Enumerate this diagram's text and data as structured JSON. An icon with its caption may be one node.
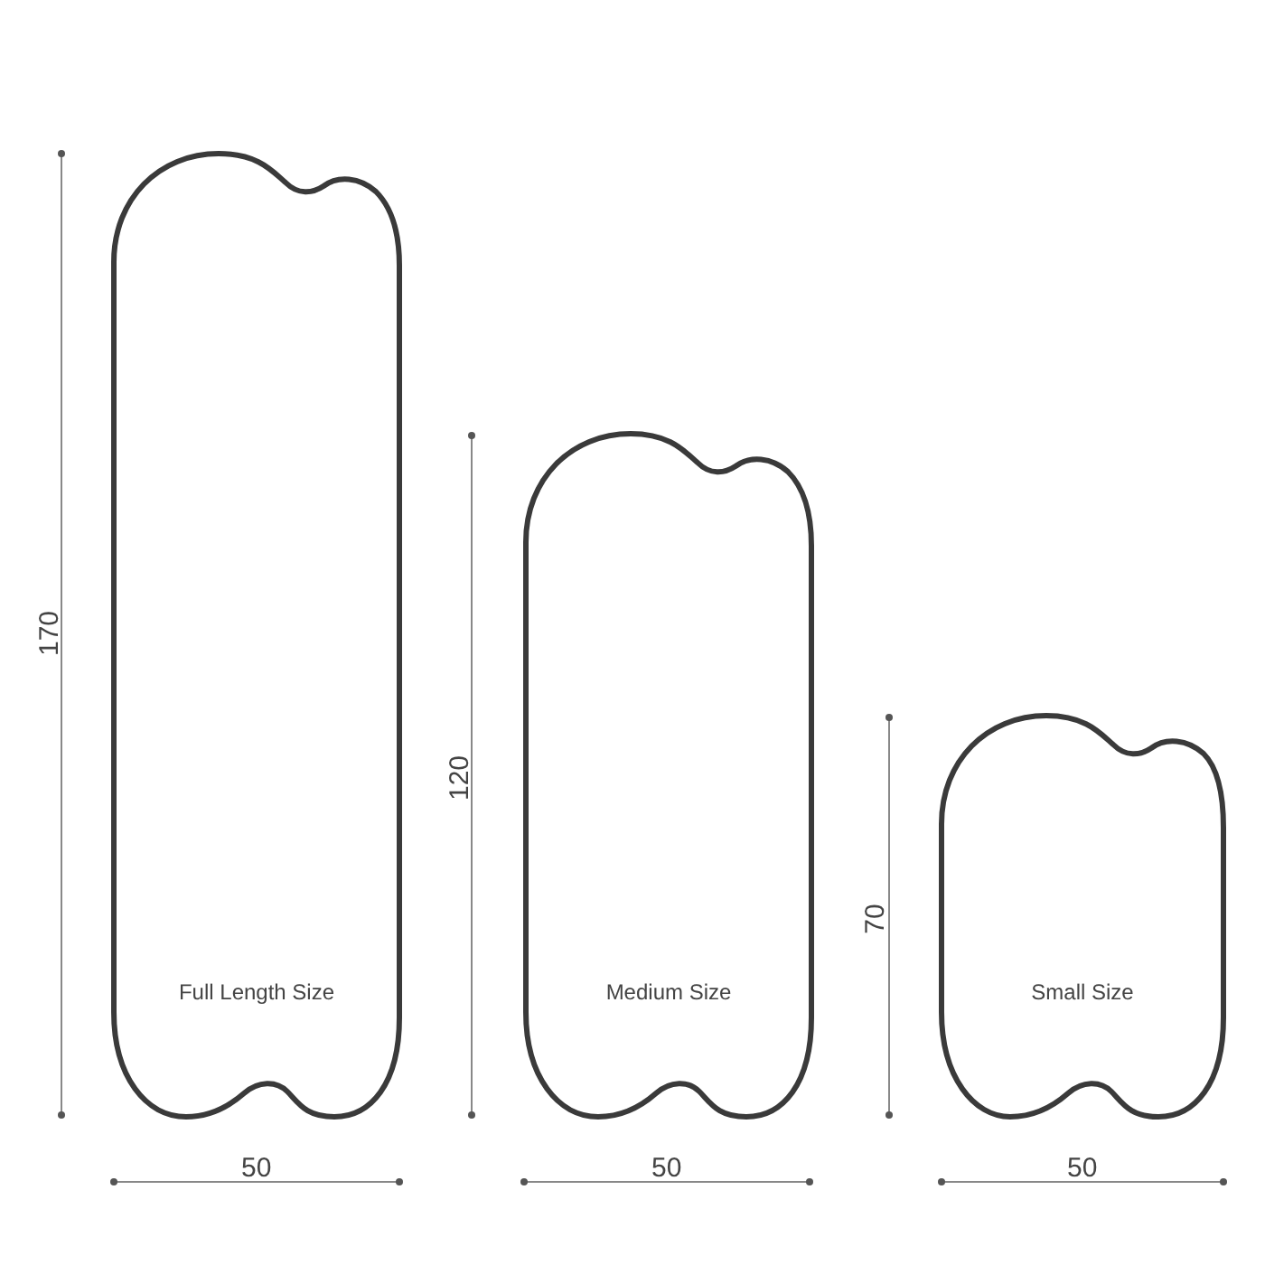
{
  "diagram": {
    "nodes": [
      {
        "text": [
          "Full Length Size"
        ]
      },
      {
        "text": [
          "Medium Size"
        ]
      },
      {
        "text": [
          "Small Size"
        ]
      }
    ],
    "labels": [
      "170",
      "120",
      "70",
      "50",
      "50",
      "50"
    ]
  }
}
